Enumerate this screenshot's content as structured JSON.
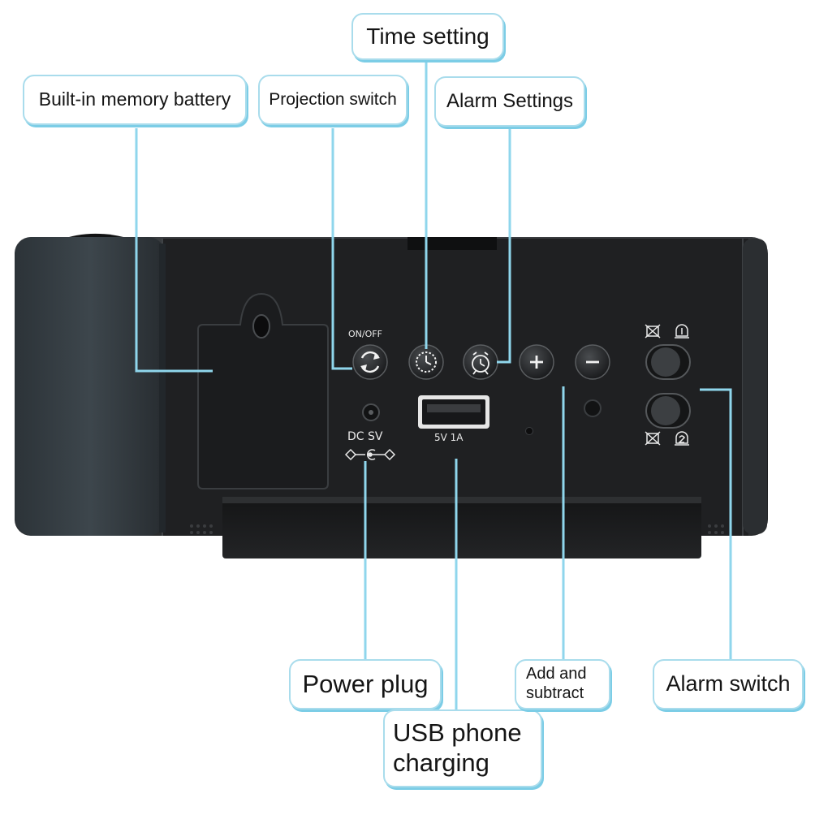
{
  "callouts": {
    "time_setting": "Time setting",
    "builtin_battery": "Built-in memory battery",
    "projection_switch": "Projection switch",
    "alarm_settings": "Alarm Settings",
    "power_plug": "Power plug",
    "usb_charging": "USB phone charging",
    "add_subtract": "Add and subtract",
    "alarm_switch": "Alarm switch"
  },
  "device_labels": {
    "on_off": "ON/OFF",
    "dc_input": "DC SV",
    "usb_output": "5V 1A"
  },
  "icons": [
    "refresh-icon",
    "clock-icon",
    "alarm-clock-icon",
    "plus-icon",
    "minus-icon",
    "alarm-off-icon",
    "alarm-1-icon",
    "alarm-2-icon",
    "dc-polarity-icon"
  ],
  "colors": {
    "leader_line": "#8fd6ec",
    "callout_border": "#a9dcec",
    "device_body": "#232527",
    "device_end_cap": "#323a40"
  }
}
